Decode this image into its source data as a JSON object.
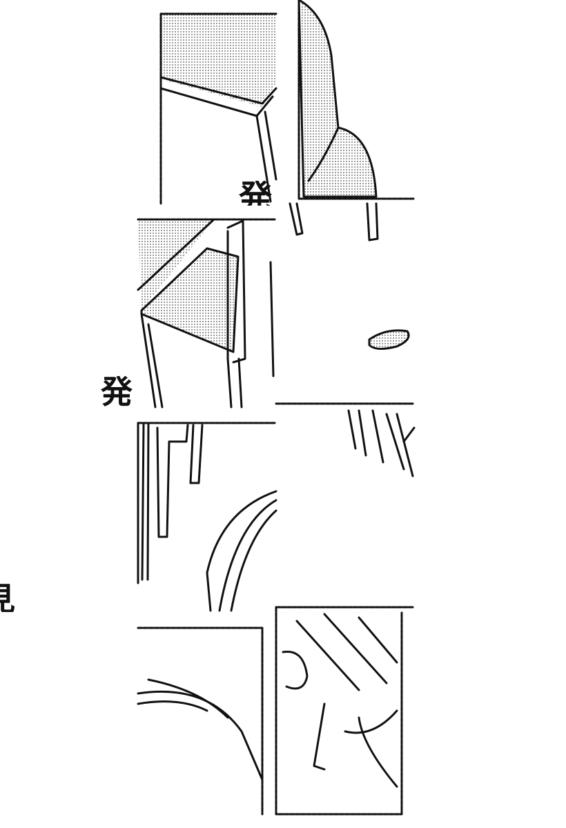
{
  "comic": {
    "sound_effect_1": "発",
    "sound_effect_2": "見",
    "sound_effect_top": "発",
    "colors": {
      "ink": "#111111",
      "tone": "#bdbdbd",
      "paper": "#ffffff"
    }
  }
}
